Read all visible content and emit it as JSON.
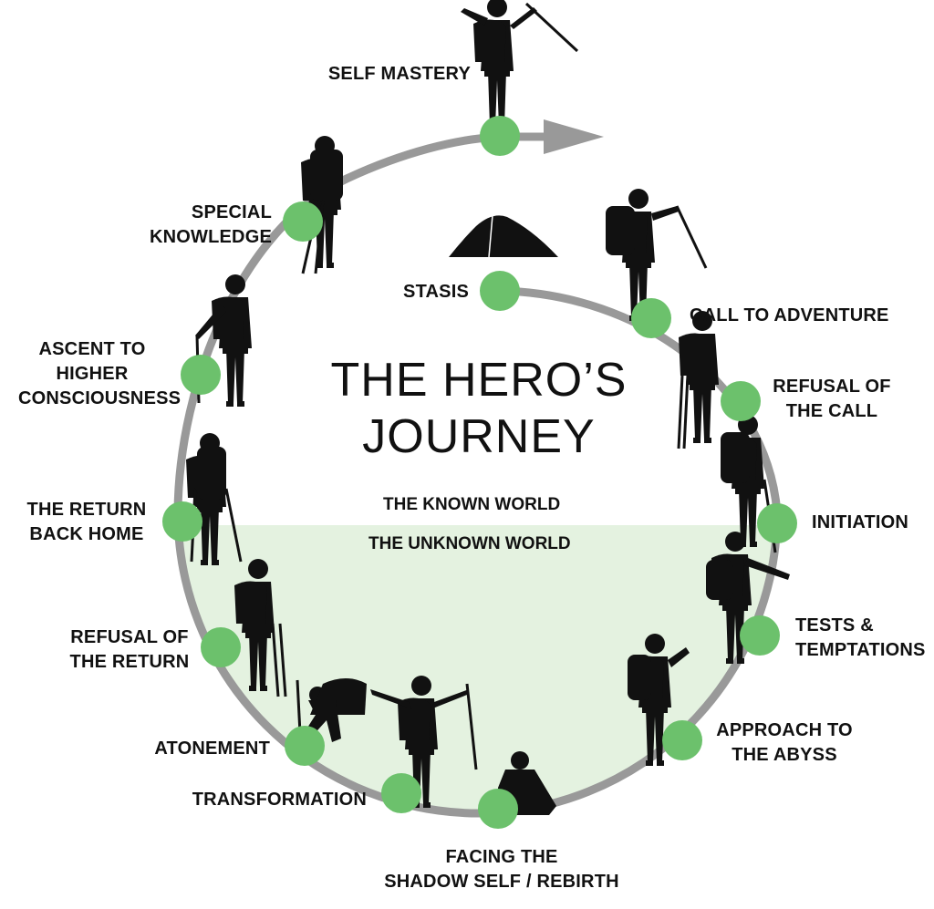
{
  "title": {
    "line1": "THE HERO’S",
    "line2": "JOURNEY"
  },
  "worlds": {
    "known": "THE KNOWN WORLD",
    "unknown": "THE UNKNOWN WORLD"
  },
  "stages": {
    "self_mastery": "SELF MASTERY",
    "special_knowledge": [
      "SPECIAL",
      "KNOWLEDGE"
    ],
    "stasis": "STASIS",
    "call_to_adventure": "CALL TO ADVENTURE",
    "refusal_of_the_call": [
      "REFUSAL OF",
      "THE CALL"
    ],
    "ascent": [
      "ASCENT TO",
      "HIGHER",
      "CONSCIOUSNESS"
    ],
    "return_back_home": [
      "THE RETURN",
      "BACK HOME"
    ],
    "initiation": "INITIATION",
    "tests": [
      "TESTS &",
      "TEMPTATIONS"
    ],
    "refusal_of_the_return": [
      "REFUSAL OF",
      "THE RETURN"
    ],
    "approach": [
      "APPROACH TO",
      "THE ABYSS"
    ],
    "atonement": "ATONEMENT",
    "transformation": "TRANSFORMATION",
    "facing_shadow": [
      "FACING THE",
      "SHADOW SELF / REBIRTH"
    ]
  },
  "colors": {
    "node": "#6cc16c",
    "path": "#999999",
    "unknown_fill": "#e4f2e0",
    "silhouette": "#111111"
  },
  "icons": {
    "figure": "hiker-silhouette",
    "tent": "tent-silhouette",
    "arrow": "arrow-head"
  }
}
